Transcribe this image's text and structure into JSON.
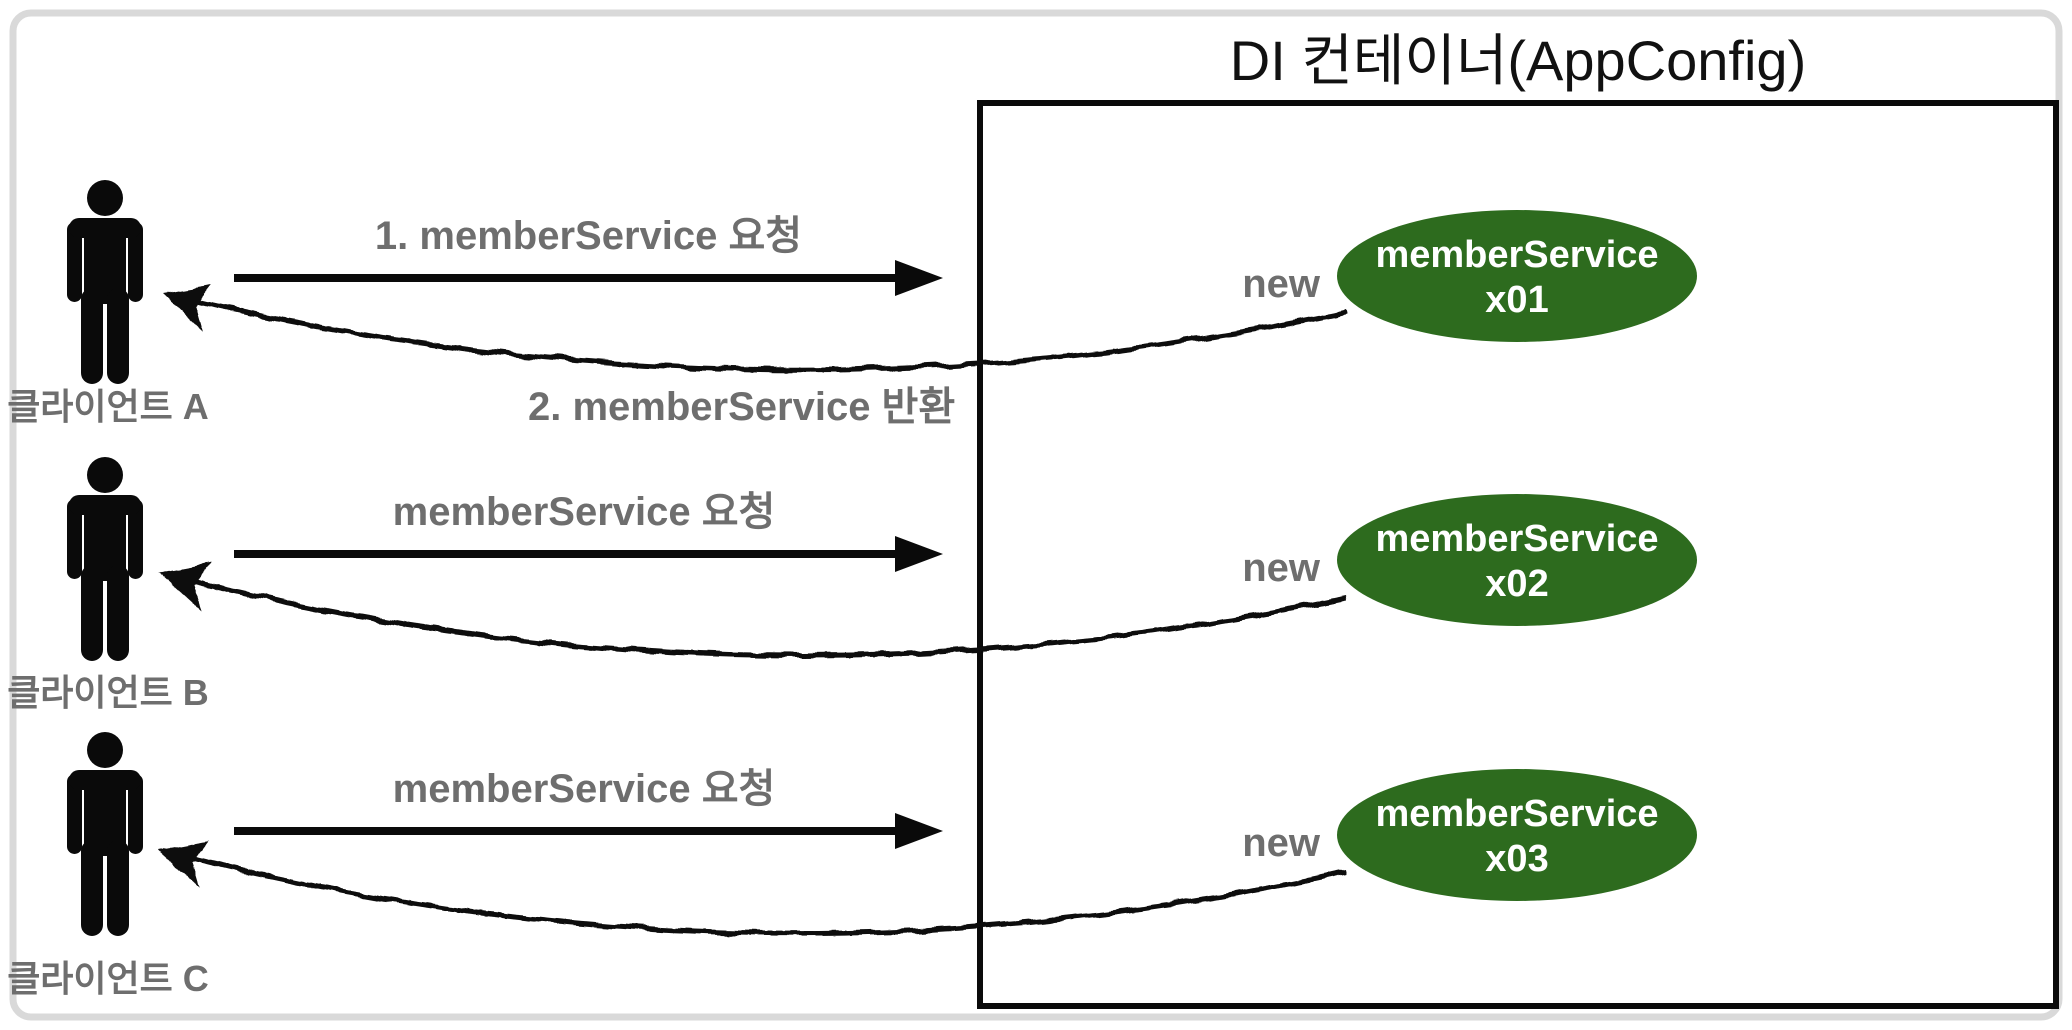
{
  "title": "DI 컨테이너(AppConfig)",
  "colors": {
    "ellipse_green": "#2d6b1e",
    "label_gray": "#6e6e6e",
    "line_black": "#0a0a0a",
    "frame_gray": "#d9d9d9"
  },
  "clients": [
    {
      "label": "클라이언트 A",
      "request_label": "1. memberService 요청",
      "return_label": "2. memberService 반환",
      "new_label": "new",
      "service_line1": "memberService",
      "service_line2": "x01"
    },
    {
      "label": "클라이언트 B",
      "request_label": "memberService 요청",
      "new_label": "new",
      "service_line1": "memberService",
      "service_line2": "x02"
    },
    {
      "label": "클라이언트 C",
      "request_label": "memberService 요청",
      "new_label": "new",
      "service_line1": "memberService",
      "service_line2": "x03"
    }
  ]
}
